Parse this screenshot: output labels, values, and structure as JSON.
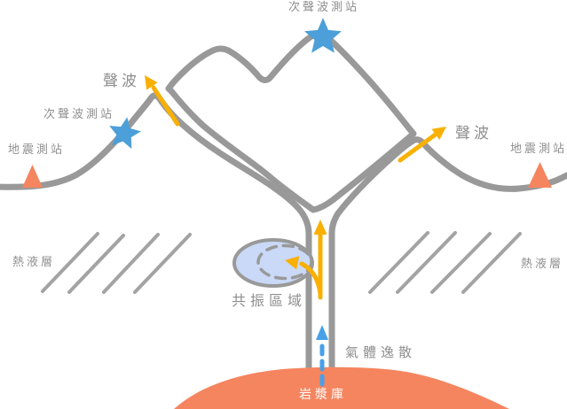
{
  "diagram": {
    "type": "volcano-infrasound-cross-section"
  },
  "labels": {
    "infrasound_station_top": "次聲波測站",
    "infrasound_station_left": "次聲波測站",
    "sound_wave_left": "聲波",
    "sound_wave_right": "聲波",
    "seismic_station_left": "地震測站",
    "seismic_station_right": "地震測站",
    "hydrothermal_layer_left": "熱液層",
    "hydrothermal_layer_right": "熱液層",
    "resonance_zone": "共振區域",
    "gas_escape": "氣體逸散",
    "magma_chamber": "岩漿庫"
  },
  "colors": {
    "outline_gray": "#999999",
    "hatch_gray": "#a3a3a3",
    "label_gray": "#8f8f8f",
    "station_blue": "#4c9fd8",
    "sound_arrow_orange": "#f9b000",
    "seismic_triangle_orange": "#f5855f",
    "magma_orange": "#f5855f",
    "gas_arrow_blue": "#47a0e8",
    "resonance_fill": "#c9d9f7",
    "magma_label_white": "#ffffff"
  },
  "legend_semantics": {
    "star_marker": "infrasound station",
    "triangle_marker": "seismic station",
    "solid_orange_arrow": "sound wave path",
    "dashed_blue_arrow": "gas escape flow",
    "hatched_area": "hydrothermal layer",
    "blue_ellipse": "resonance region",
    "orange_mound": "magma chamber"
  }
}
